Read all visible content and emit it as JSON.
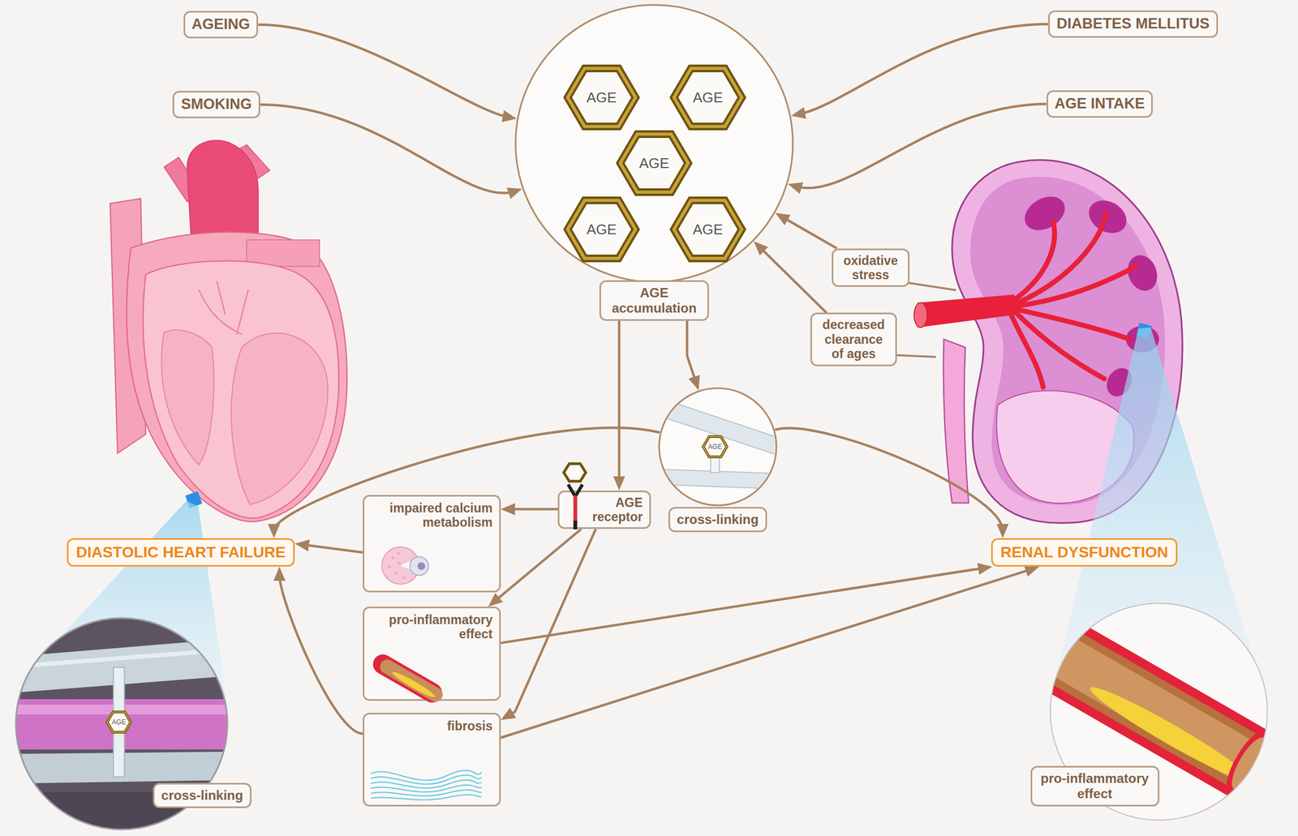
{
  "diagram": {
    "nodes": [
      {
        "text": [
          "AGEING"
        ]
      },
      {
        "text": [
          "SMOKING"
        ]
      },
      {
        "text": [
          "DIABETES MELLITUS"
        ]
      },
      {
        "text": [
          "AGE INTAKE"
        ]
      },
      {
        "text": [
          "AGE accumulation"
        ]
      },
      {
        "text": [
          "AGE"
        ],
        "in": 4
      },
      {
        "text": [
          "AGE"
        ],
        "in": 4
      },
      {
        "text": [
          "AGE"
        ],
        "in": 4
      },
      {
        "text": [
          "AGE"
        ],
        "in": 4
      },
      {
        "text": [
          "AGE"
        ],
        "in": 4
      },
      {
        "text": [
          "oxidative stress"
        ]
      },
      {
        "text": [
          "decreased clearance of ages"
        ]
      },
      {
        "text": [
          "cross-linking"
        ]
      },
      {
        "text": [
          "AGE"
        ],
        "in": 12
      },
      {
        "text": [
          "AGE receptor"
        ]
      },
      {
        "text": [
          "impaired calcium metabolism"
        ]
      },
      {
        "text": [
          "DIASTOLIC HEART FAILURE"
        ]
      },
      {
        "text": [
          "RENAL DYSFUNCTION"
        ]
      },
      {
        "text": [
          "pro-inflammatory effect"
        ]
      },
      {
        "text": [
          "fibrosis"
        ]
      },
      {
        "text": [
          "cross-linking"
        ]
      },
      {
        "text": [
          "AGE"
        ],
        "in": 20
      },
      {
        "text": [
          "pro-inflammatory effect"
        ]
      }
    ],
    "edges": [
      {
        "from": 0,
        "to": 4,
        "arrow": "to"
      },
      {
        "from": 1,
        "to": 4,
        "arrow": "to"
      },
      {
        "from": 2,
        "to": 4,
        "arrow": "to"
      },
      {
        "from": 3,
        "to": 4,
        "arrow": "to"
      },
      {
        "from": 10,
        "to": 4,
        "arrow": "to"
      },
      {
        "from": 11,
        "to": 4,
        "arrow": "to"
      },
      {
        "from": 4,
        "to": 14,
        "arrow": "to"
      },
      {
        "from": 4,
        "to": 12,
        "arrow": "to"
      },
      {
        "from": 14,
        "to": 15,
        "arrow": "to"
      },
      {
        "from": 14,
        "to": 18,
        "arrow": "to"
      },
      {
        "from": 14,
        "to": 19,
        "arrow": "to"
      },
      {
        "from": 15,
        "to": 16,
        "arrow": "to"
      },
      {
        "from": 19,
        "to": 16,
        "arrow": "to"
      },
      {
        "from": 18,
        "to": 17,
        "arrow": "to"
      },
      {
        "from": 19,
        "to": 17,
        "arrow": "to"
      },
      {
        "from": 12,
        "to": 16,
        "arrow": "to"
      },
      {
        "from": 12,
        "to": 17,
        "arrow": "to"
      }
    ]
  }
}
